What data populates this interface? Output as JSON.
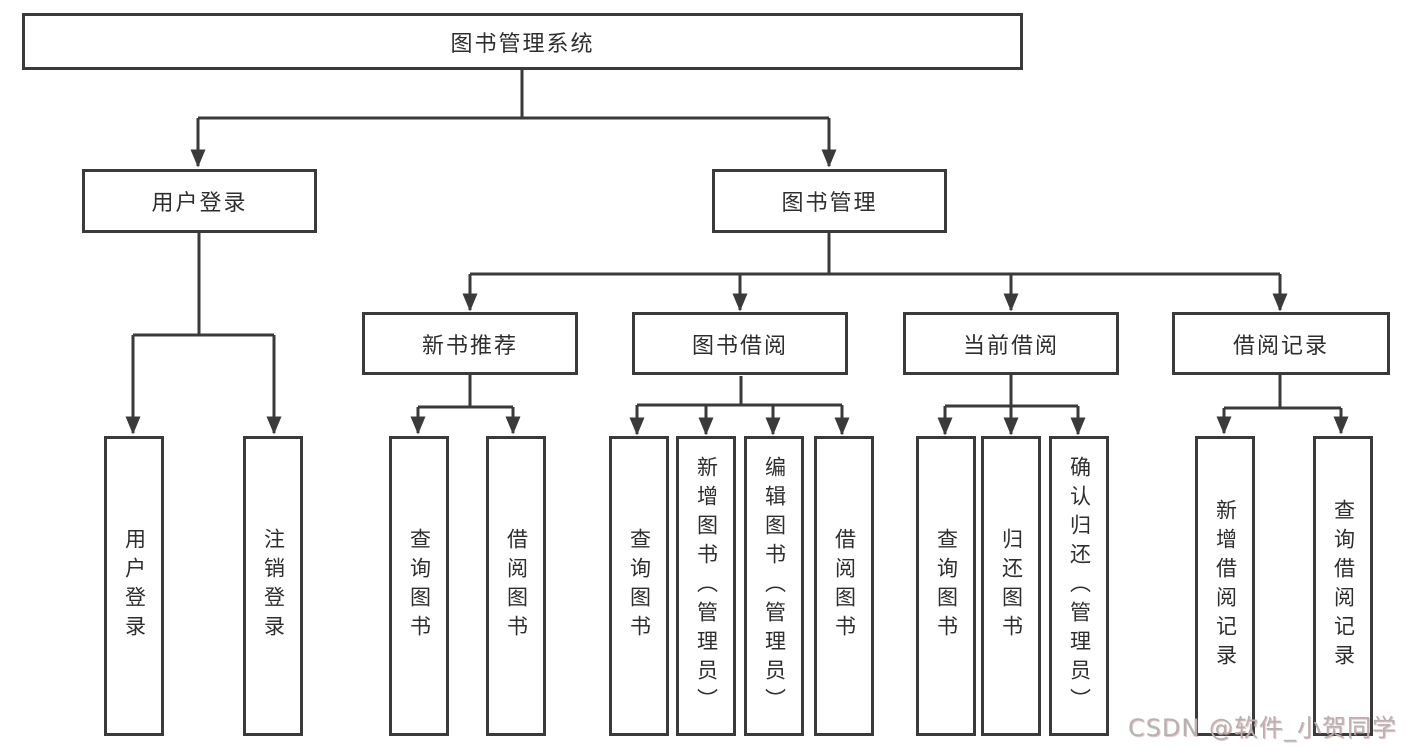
{
  "diagram": {
    "root": {
      "label": "图书管理系统"
    },
    "level2": {
      "user_login": {
        "label": "用户登录"
      },
      "book_mgmt": {
        "label": "图书管理"
      }
    },
    "level3": {
      "new_book": {
        "label": "新书推荐"
      },
      "book_borrow": {
        "label": "图书借阅"
      },
      "current_borrow": {
        "label": "当前借阅"
      },
      "borrow_record": {
        "label": "借阅记录"
      }
    },
    "leaves": {
      "ul_login": {
        "label": "用户登录"
      },
      "ul_logout": {
        "label": "注销登录"
      },
      "nb_query": {
        "label": "查询图书"
      },
      "nb_borrow": {
        "label": "借阅图书"
      },
      "bb_query": {
        "label": "查询图书"
      },
      "bb_add": {
        "label": "新增图书（管理员）"
      },
      "bb_edit": {
        "label": "编辑图书（管理员）"
      },
      "bb_borrow": {
        "label": "借阅图书"
      },
      "cb_query": {
        "label": "查询图书"
      },
      "cb_return": {
        "label": "归还图书"
      },
      "cb_confirm": {
        "label": "确认归还（管理员）"
      },
      "br_add": {
        "label": "新增借阅记录"
      },
      "br_query": {
        "label": "查询借阅记录"
      }
    }
  },
  "watermark": {
    "text": "CSDN @软件_小贺同学"
  },
  "colors": {
    "line": "#3a3a3a",
    "box_border": "#3a3a3a",
    "text": "#2e2e2e",
    "background": "#ffffff",
    "watermark": "#b3b3b3"
  }
}
